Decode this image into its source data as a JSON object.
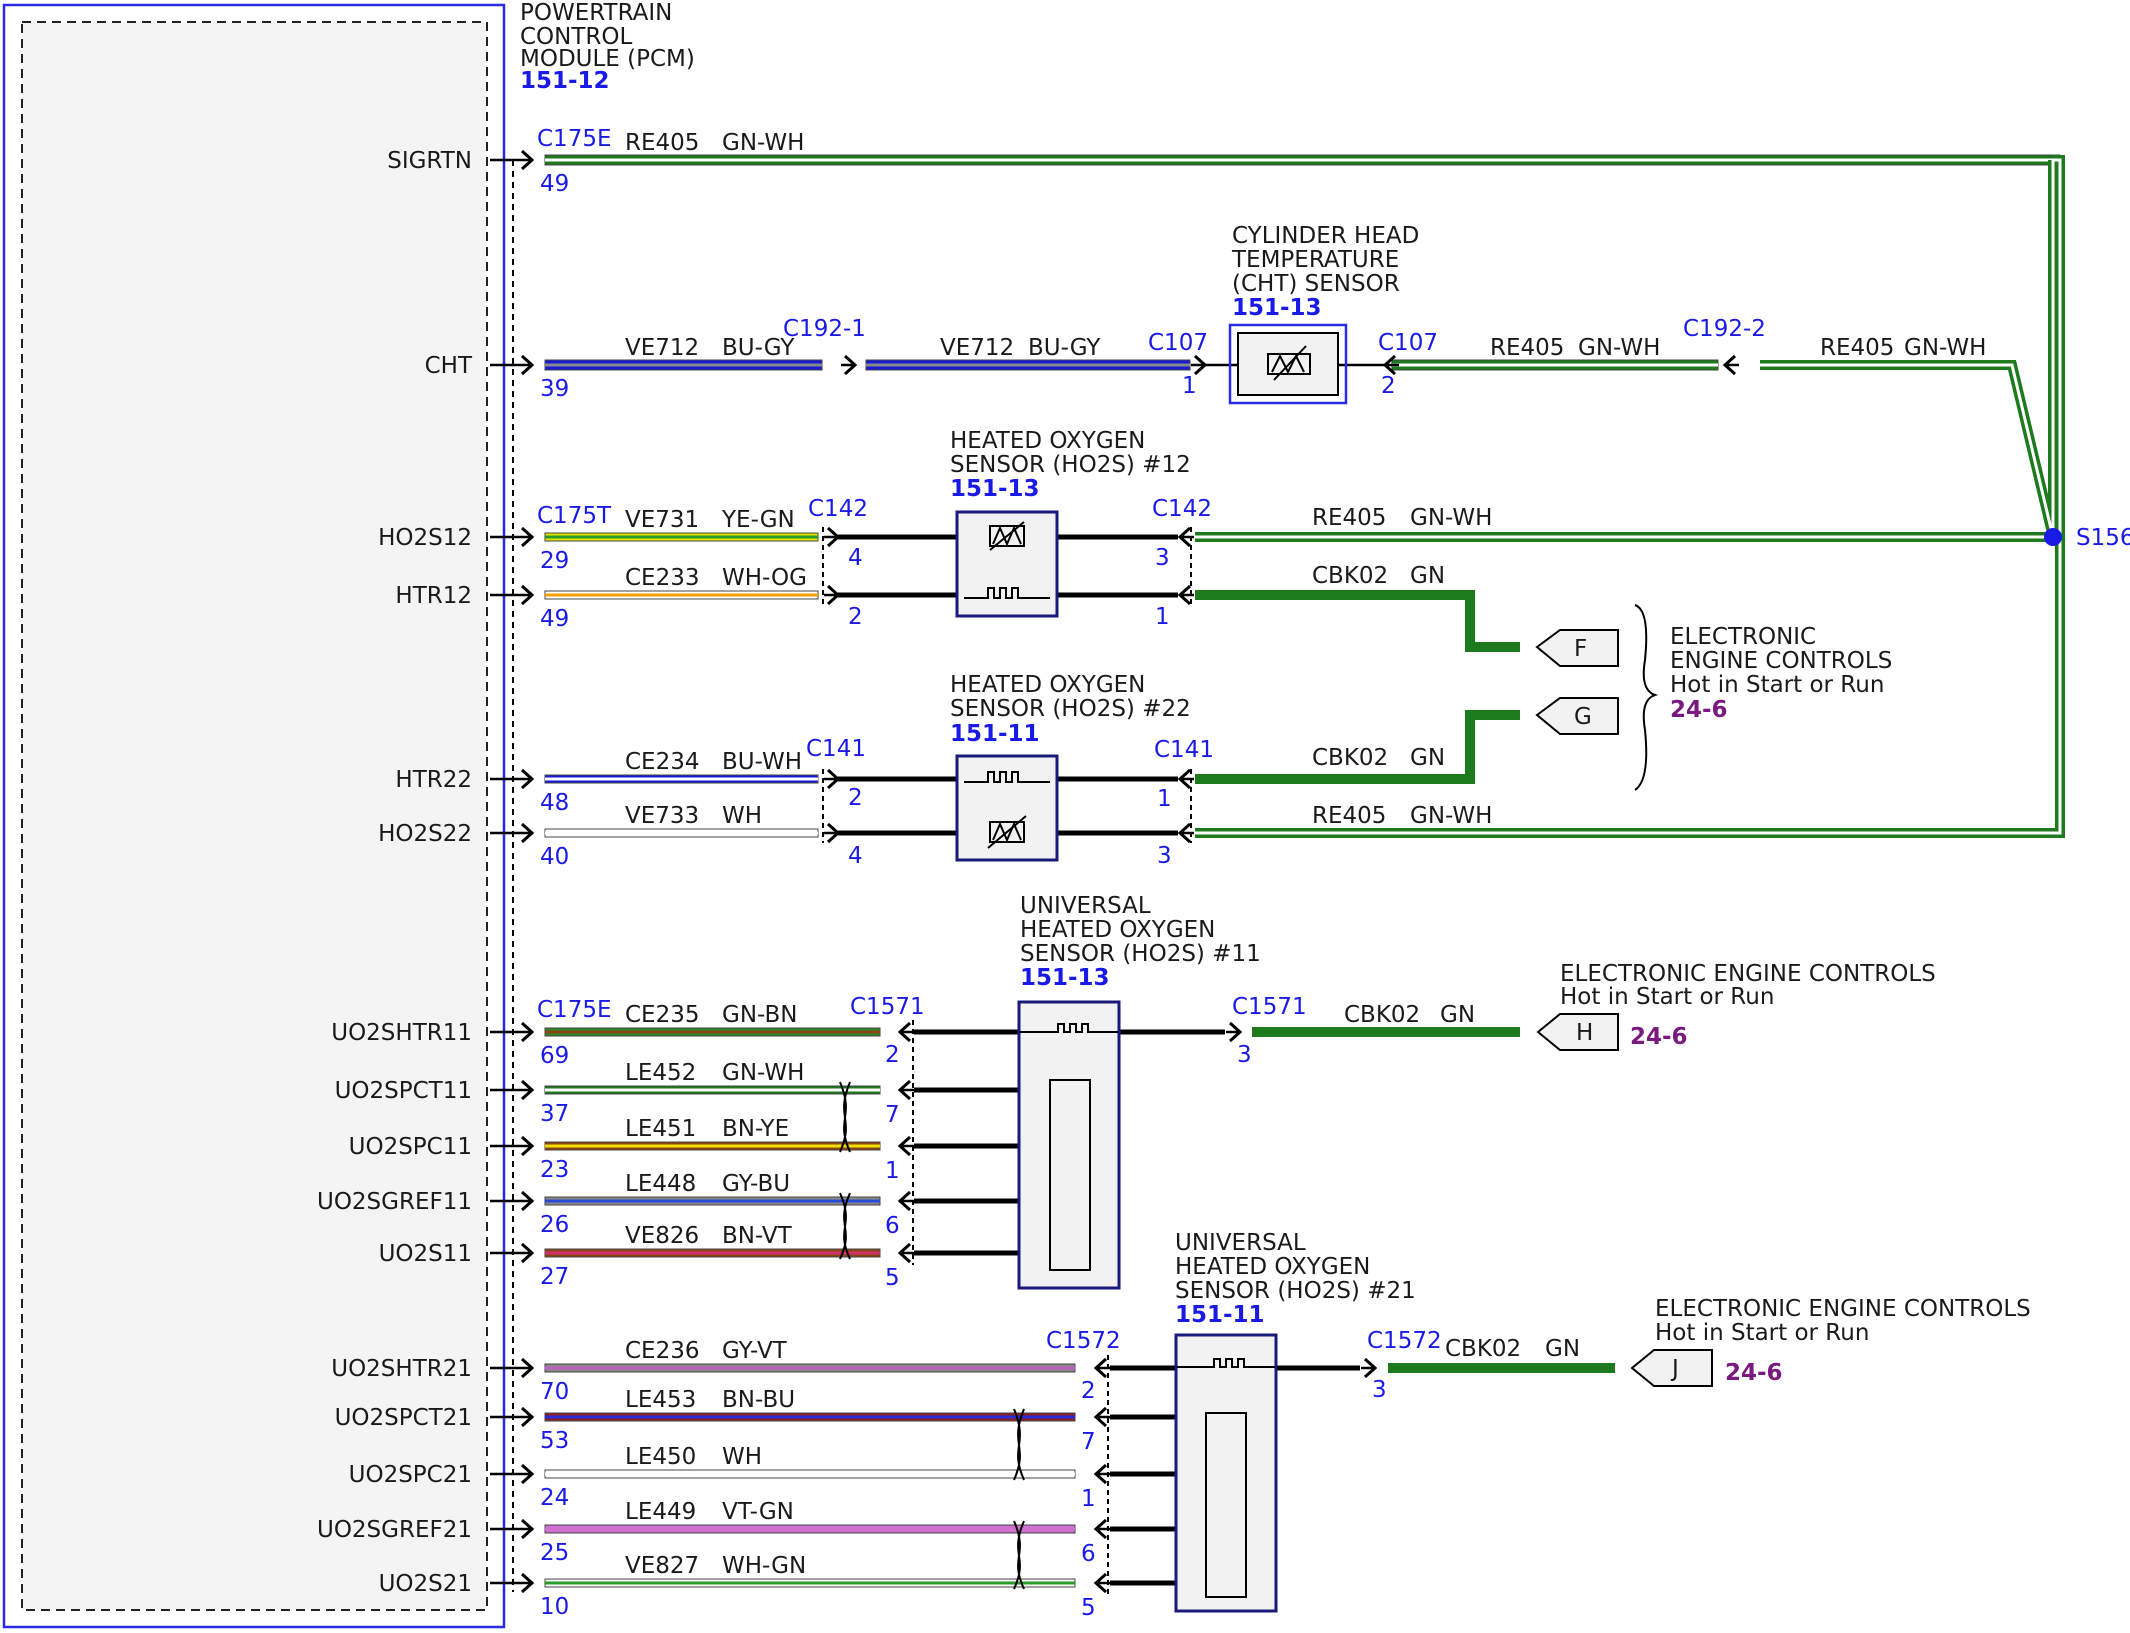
{
  "pcm": {
    "title_lines": [
      "POWERTRAIN",
      "CONTROL",
      "MODULE (PCM)"
    ],
    "ref": "151-12"
  },
  "pcm_pins": [
    "SIGRTN",
    "CHT",
    "HO2S12",
    "HTR12",
    "HTR22",
    "HO2S22",
    "UO2SHTR11",
    "UO2SPCT11",
    "UO2SPC11",
    "UO2SGREF11",
    "UO2S11",
    "UO2SHTR21",
    "UO2SPCT21",
    "UO2SPC21",
    "UO2SGREF21",
    "UO2S21"
  ],
  "pcm_connector_labels": [
    "C175E",
    "C175T",
    "C175E"
  ],
  "wires": [
    {
      "circuit": "RE405",
      "color": "GN-WH",
      "pin": "49"
    },
    {
      "circuit": "VE712",
      "color": "BU-GY",
      "pin": "39"
    },
    {
      "circuit": "VE731",
      "color": "YE-GN",
      "pin": "29"
    },
    {
      "circuit": "CE233",
      "color": "WH-OG",
      "pin": "49"
    },
    {
      "circuit": "CE234",
      "color": "BU-WH",
      "pin": "48"
    },
    {
      "circuit": "VE733",
      "color": "WH",
      "pin": "40"
    },
    {
      "circuit": "CE235",
      "color": "GN-BN",
      "pin": "69"
    },
    {
      "circuit": "LE452",
      "color": "GN-WH",
      "pin": "37"
    },
    {
      "circuit": "LE451",
      "color": "BN-YE",
      "pin": "23"
    },
    {
      "circuit": "LE448",
      "color": "GY-BU",
      "pin": "26"
    },
    {
      "circuit": "VE826",
      "color": "BN-VT",
      "pin": "27"
    },
    {
      "circuit": "CE236",
      "color": "GY-VT",
      "pin": "70"
    },
    {
      "circuit": "LE453",
      "color": "BN-BU",
      "pin": "53"
    },
    {
      "circuit": "LE450",
      "color": "WH",
      "pin": "24"
    },
    {
      "circuit": "LE449",
      "color": "VT-GN",
      "pin": "25"
    },
    {
      "circuit": "VE827",
      "color": "WH-GN",
      "pin": "10"
    }
  ],
  "cht": {
    "title_lines": [
      "CYLINDER HEAD",
      "TEMPERATURE",
      "(CHT) SENSOR"
    ],
    "ref": "151-13",
    "c192_left": "C192-1",
    "c192_right": "C192-2",
    "mid_circuit": "VE712",
    "mid_color": "BU-GY",
    "c107_left": "C107",
    "c107_left_pin": "1",
    "c107_right": "C107",
    "c107_right_pin": "2",
    "ret1_circuit": "RE405",
    "ret1_color": "GN-WH",
    "ret2_circuit": "RE405",
    "ret2_color": "GN-WH"
  },
  "ho2s12": {
    "title_lines": [
      "HEATED OXYGEN",
      "SENSOR (HO2S) #12"
    ],
    "ref": "151-13",
    "conn_left": "C142",
    "conn_right": "C142",
    "pins_left": [
      "4",
      "2"
    ],
    "pins_right": [
      "3",
      "1"
    ],
    "right_wires": [
      {
        "circuit": "RE405",
        "color": "GN-WH"
      },
      {
        "circuit": "CBK02",
        "color": "GN"
      }
    ]
  },
  "ho2s22": {
    "title_lines": [
      "HEATED OXYGEN",
      "SENSOR (HO2S) #22"
    ],
    "ref": "151-11",
    "conn_left": "C141",
    "conn_right": "C141",
    "pins_left": [
      "2",
      "4"
    ],
    "pins_right": [
      "1",
      "3"
    ],
    "right_wires": [
      {
        "circuit": "CBK02",
        "color": "GN"
      },
      {
        "circuit": "RE405",
        "color": "GN-WH"
      }
    ]
  },
  "splice": {
    "name": "S156"
  },
  "power_fg": {
    "connectors": [
      "F",
      "G"
    ],
    "title_lines": [
      "ELECTRONIC",
      "ENGINE CONTROLS",
      "Hot in Start or Run"
    ],
    "ref": "24-6"
  },
  "uho2s11": {
    "title_lines": [
      "UNIVERSAL",
      "HEATED OXYGEN",
      "SENSOR (HO2S) #11"
    ],
    "ref": "151-13",
    "conn_left": "C1571",
    "conn_right": "C1571",
    "conn_right_pin": "3",
    "pins": [
      "2",
      "7",
      "1",
      "6",
      "5"
    ],
    "power_circuit": "CBK02",
    "power_color": "GN",
    "power_connector": "H",
    "power_title_lines": [
      "ELECTRONIC ENGINE CONTROLS",
      "Hot in Start or Run"
    ],
    "power_ref": "24-6"
  },
  "uho2s21": {
    "title_lines": [
      "UNIVERSAL",
      "HEATED OXYGEN",
      "SENSOR (HO2S) #21"
    ],
    "ref": "151-11",
    "conn_left": "C1572",
    "conn_right": "C1572",
    "conn_right_pin": "3",
    "pins": [
      "2",
      "7",
      "1",
      "6",
      "5"
    ],
    "power_circuit": "CBK02",
    "power_color": "GN",
    "power_connector": "J",
    "power_title_lines": [
      "ELECTRONIC ENGINE CONTROLS",
      "Hot in Start or Run"
    ],
    "power_ref": "24-6"
  },
  "colors": {
    "GN-WH": [
      "#1d7a1d",
      "#ffffff"
    ],
    "BU-GY": [
      "#1a1ad6",
      "#8a8a8a"
    ],
    "YE-GN": [
      "#e6e600",
      "#2a9a2a"
    ],
    "WH-OG": [
      "#ffffff",
      "#f2a000"
    ],
    "BU-WH": [
      "#1a1ad6",
      "#ffffff"
    ],
    "WH": [
      "#ffffff",
      "#ffffff"
    ],
    "GN-BN": [
      "#2a8a2a",
      "#8b4513"
    ],
    "BN-YE": [
      "#8b4513",
      "#f2e000"
    ],
    "GY-BU": [
      "#8a8a8a",
      "#2a4ad6"
    ],
    "BN-VT": [
      "#8b4513",
      "#d03070"
    ],
    "GY-VT": [
      "#8a8a8a",
      "#c060c0"
    ],
    "BN-BU": [
      "#8b2020",
      "#2a2ad6"
    ],
    "VT-GN": [
      "#d070d0",
      "#d070d0"
    ],
    "WH-GN": [
      "#ffffff",
      "#2a9a2a"
    ],
    "GN": [
      "#1d7a1d",
      "#1d7a1d"
    ]
  }
}
